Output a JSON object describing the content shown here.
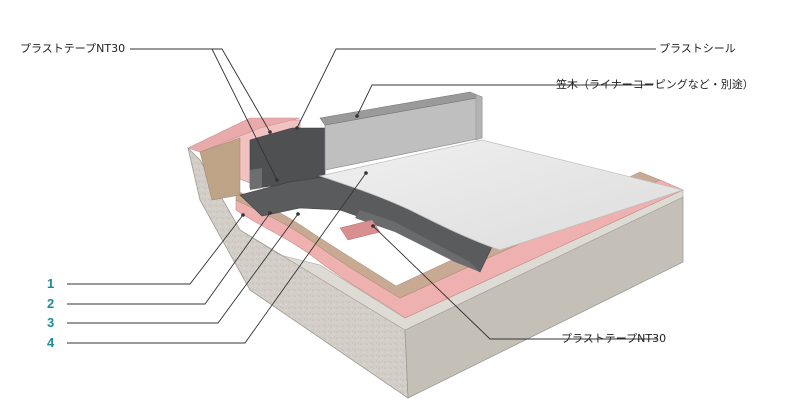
{
  "labels": {
    "tape_top": "プラストテープNT30",
    "seal": "プラストシール",
    "coping": "笠木（ライナーコーピングなど・別途）",
    "tape_bottom": "プラストテープNT30"
  },
  "layers": [
    "1",
    "2",
    "3",
    "4"
  ],
  "colors": {
    "accent_number": "#1f8a98",
    "leader_line": "#333333",
    "concrete": "#cfcbc4",
    "insulation": "#f1b3b3",
    "membrane": "#58595b",
    "top_sheet": "#e6e6e6"
  }
}
